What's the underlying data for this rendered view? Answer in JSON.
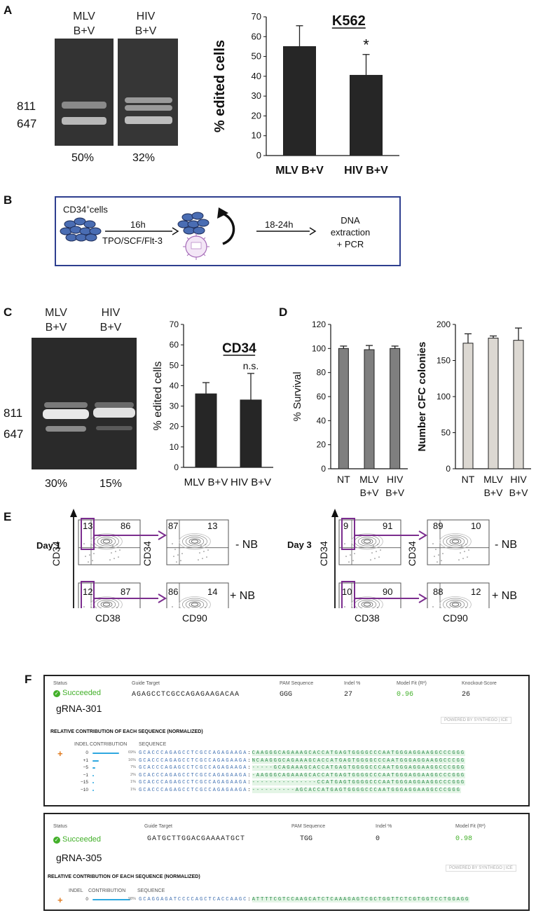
{
  "panels": {
    "a": "A",
    "b": "B",
    "c": "C",
    "d": "D",
    "e": "E",
    "f": "F"
  },
  "panel_a": {
    "lane1": [
      "MLV",
      "B+V"
    ],
    "lane2": [
      "HIV",
      "B+V"
    ],
    "band_upper": "811",
    "band_lower": "647",
    "pct1": "50%",
    "pct2": "32%"
  },
  "panel_b": {
    "cells": "CD34",
    "cells_sup": "+",
    "cells_suffix": "cells",
    "step1_time": "16h",
    "step1_media": "TPO/SCF/Flt-3",
    "step2_time": "18-24h",
    "end_lines": [
      "DNA",
      "extraction",
      "+ PCR"
    ]
  },
  "panel_c": {
    "lane1": [
      "MLV",
      "B+V"
    ],
    "lane2": [
      "HIV",
      "B+V"
    ],
    "band_upper": "811",
    "band_lower": "647",
    "pct1": "30%",
    "pct2": "15%"
  },
  "panel_e": {
    "day1": "Day 1",
    "day3": "Day 3",
    "nb_minus": "- NB",
    "nb_plus": "+ NB",
    "cd34": "CD34",
    "cd38": "CD38",
    "cd90": "CD90",
    "day1_top": [
      "13",
      "86"
    ],
    "day1_bottom": [
      "12",
      "87"
    ],
    "day1_top_r": [
      "87",
      "13"
    ],
    "day1_bottom_r": [
      "86",
      "14"
    ],
    "day3_top": [
      "9",
      "91"
    ],
    "day3_bottom": [
      "10",
      "90"
    ],
    "day3_top_r": [
      "89",
      "10"
    ],
    "day3_bottom_r": [
      "88",
      "12"
    ]
  },
  "ice1": {
    "status_label": "Status",
    "status": "Succeeded",
    "name": "gRNA-301",
    "guide_label": "Guide Target",
    "guide": "AGAGCCTCGCCAGAGAAGACAA",
    "pam_label": "PAM Sequence",
    "pam": "GGG",
    "indel_label": "Indel %",
    "indel": "27",
    "fit_label": "Model Fit (R²)",
    "fit": "0.96",
    "ko_label": "Knockout-Score",
    "ko": "26",
    "powered": "POWERED BY SYNTHEGO | ICE",
    "section": "RELATIVE CONTRIBUTION OF EACH SEQUENCE (NORMALIZED)",
    "col_indel": "INDEL",
    "col_contrib": "CONTRIBUTION",
    "col_seq": "SEQUENCE",
    "rows": [
      {
        "indel": "0",
        "pct": "69%",
        "seq": "GCACCCAGAGCCTCGCCAGAGAAGA¦CAAGGGCAGAAAGCACCATGAGTGGGGCCCAATGGGAGGAAGGCCCGGG"
      },
      {
        "indel": "+1",
        "pct": "16%",
        "seq": "GCACCCAGAGCCTCGCCAGAGAAGA¦NCAAGGGCAGAAAGCACCATGAGTGGGGCCCAATGGGAGGAAGGCCCGG"
      },
      {
        "indel": "−5",
        "pct": "7%",
        "seq": "GCACCCAGAGCCTCGCCAGAGAAGA¦-----GCAGAAAGCACCATGAGTGGGGCCCAATGGGAGGAAGGCCCGGG"
      },
      {
        "indel": "−1",
        "pct": "2%",
        "seq": "GCACCCAGAGCCTCGCCAGAGAAGA¦-AAGGGCAGAAAGCACCATGAGTGGGGCCCAATGGGAGGAAGGCCCGGG"
      },
      {
        "indel": "−15",
        "pct": "1%",
        "seq": "GCACCCAGAGCCTCGCCAGAGAAGA¦---------------CCATGAGTGGGGCCCAATGGGAGGAAGGCCCGGG"
      },
      {
        "indel": "−10",
        "pct": "1%",
        "seq": "GCACCCAGAGCCTCGCCAGAGAAGA¦----------AGCACCATGAGTGGGGCCCAATGGGAGGAAGGCCCGGG"
      }
    ]
  },
  "ice2": {
    "status_label": "Status",
    "status": "Succeeded",
    "name": "gRNA-305",
    "guide_label": "Guide Target",
    "guide": "GATGCTTGGACGAAAATGCT",
    "pam_label": "PAM Sequence",
    "pam": "TGG",
    "indel_label": "Indel %",
    "indel": "0",
    "fit_label": "Model Fit (R²)",
    "fit": "0.98",
    "powered": "POWERED BY SYNTHEGO | ICE",
    "section": "RELATIVE CONTRIBUTION OF EACH SEQUENCE (NORMALIZED)",
    "col_indel": "INDEL",
    "col_contrib": "CONTRIBUTION",
    "col_seq": "SEQUENCE",
    "rows": [
      {
        "indel": "0",
        "pct": "98%",
        "seq": "GCAGGAGATCCCCAGCTCACCAAGC¦ATTTTCGTCCAAGCATCTCAAAGAGTCGCTGGTTCTCGTGGTCCTGGAGG"
      }
    ]
  },
  "colors": {
    "bar_dark": "#262626",
    "bar_mid": "#7f7f7f",
    "bar_light": "#dcd8d2",
    "purple": "#7b2d8e",
    "green": "#43b02a",
    "blue_frame": "#2e3f8f"
  },
  "chart_data": [
    {
      "type": "bar",
      "title": "K562",
      "ylabel": "% edited cells",
      "categories": [
        "MLV B+V",
        "HIV B+V"
      ],
      "values": [
        55,
        40.5
      ],
      "errors": [
        10.5,
        10.5
      ],
      "annotations": [
        "",
        "*"
      ],
      "ylim": [
        0,
        70
      ],
      "yticks": [
        0,
        10,
        20,
        30,
        40,
        50,
        60,
        70
      ]
    },
    {
      "type": "bar",
      "title": "CD34",
      "ylabel": "% edited cells",
      "categories": [
        "MLV B+V",
        "HIV B+V"
      ],
      "values": [
        36,
        33
      ],
      "errors": [
        5.5,
        13
      ],
      "annotations": [
        "",
        "n.s."
      ],
      "ylim": [
        0,
        70
      ],
      "yticks": [
        0,
        10,
        20,
        30,
        40,
        50,
        60,
        70
      ]
    },
    {
      "type": "bar",
      "title": "",
      "ylabel": "% Survival",
      "categories": [
        "NT",
        "MLV B+V",
        "HIV B+V"
      ],
      "values": [
        100,
        99,
        100
      ],
      "errors": [
        2,
        3.5,
        2
      ],
      "ylim": [
        0,
        120
      ],
      "yticks": [
        0,
        20,
        40,
        60,
        80,
        100,
        120
      ]
    },
    {
      "type": "bar",
      "title": "",
      "ylabel": "Number CFC colonies",
      "categories": [
        "NT",
        "MLV B+V",
        "HIV B+V"
      ],
      "values": [
        174,
        181,
        178
      ],
      "errors": [
        13,
        3,
        17
      ],
      "ylim": [
        0,
        200
      ],
      "yticks": [
        0,
        50,
        100,
        150,
        200
      ]
    }
  ]
}
